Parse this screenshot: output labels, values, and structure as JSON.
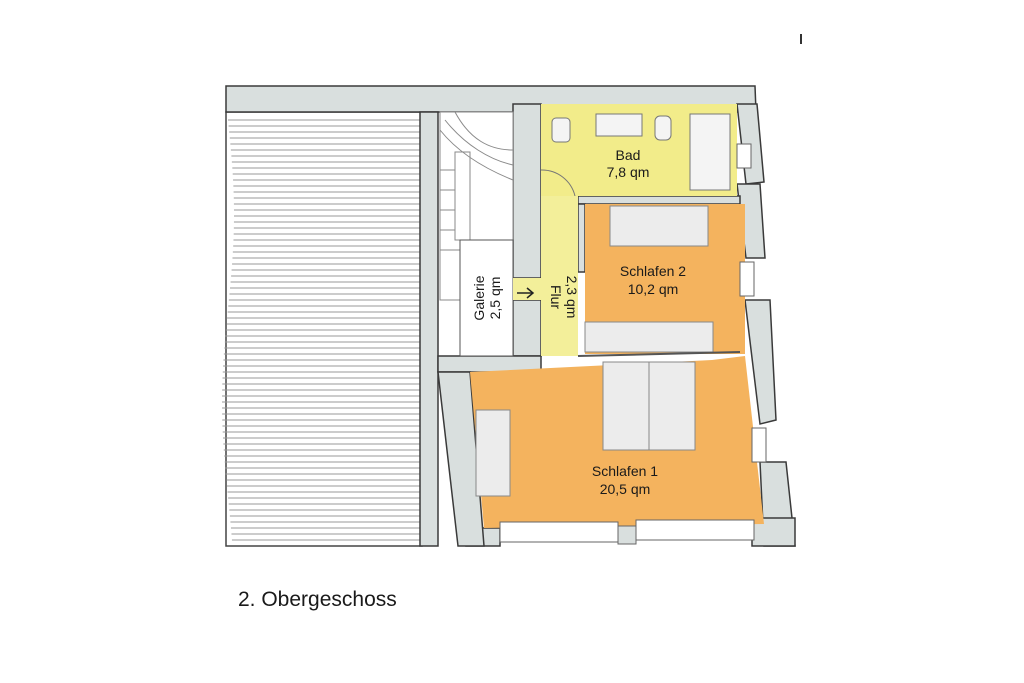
{
  "floor_title": "2. Obergeschoss",
  "rooms": {
    "bad": {
      "name": "Bad",
      "area": "7,8 qm"
    },
    "schlafen2": {
      "name": "Schlafen 2",
      "area": "10,2 qm"
    },
    "schlafen1": {
      "name": "Schlafen 1",
      "area": "20,5 qm"
    },
    "flur": {
      "name": "Flur",
      "area": "2,3 qm"
    },
    "galerie": {
      "name": "Galerie",
      "area": "2,5 qm"
    }
  },
  "colors": {
    "wall": "#d9dfde",
    "wall_stroke": "#3a3a3a",
    "bath_fill": "#f2ec8a",
    "flur_fill": "#f3ef9a",
    "bedroom_fill": "#f4b35e",
    "furniture": "#ececec"
  }
}
